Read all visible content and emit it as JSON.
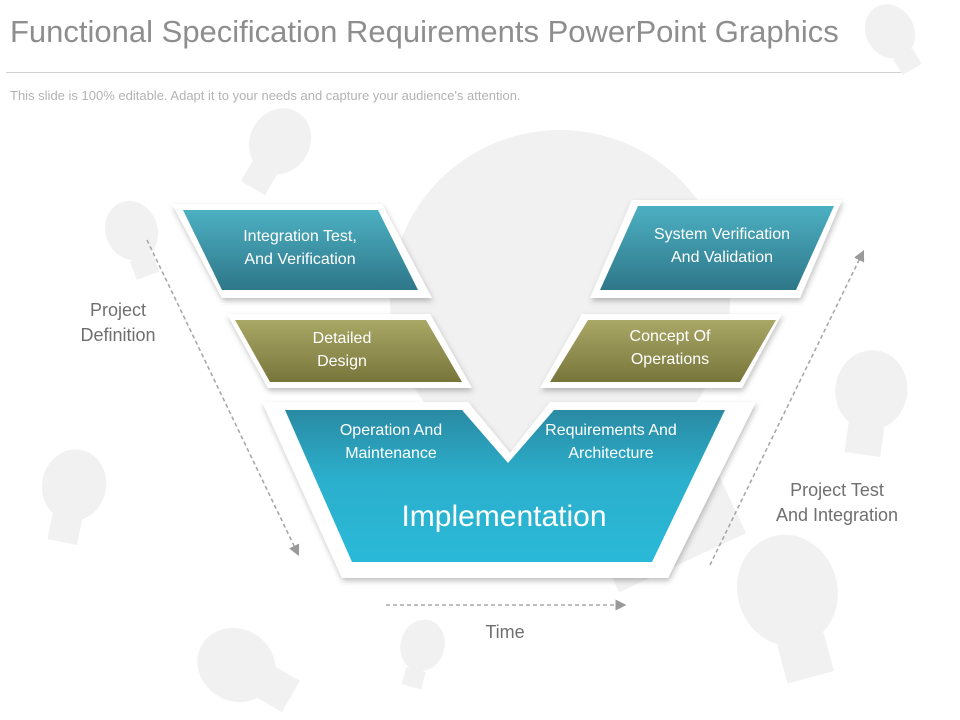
{
  "header": {
    "title": "Functional Specification Requirements PowerPoint Graphics",
    "subtitle": "This slide is 100% editable. Adapt it to your needs and capture your audience's attention."
  },
  "diagram": {
    "left_top": "Integration Test,\nAnd Verification",
    "left_mid": "Detailed\nDesign",
    "right_top": "System Verification\nAnd Validation",
    "right_mid": "Concept Of\nOperations",
    "bottom_left": "Operation And\nMaintenance",
    "bottom_right": "Requirements And\nArchitecture",
    "center": "Implementation",
    "axis_left": "Project\nDefinition",
    "axis_right": "Project Test\nAnd  Integration",
    "axis_bottom": "Time"
  },
  "colors": {
    "teal_dark": "#2f7f91",
    "teal_light": "#4aaec0",
    "olive_dark": "#7d7b3e",
    "olive_light": "#a9a764",
    "cyan": "#29b6d4",
    "cyan_top": "#2a8ea6"
  }
}
